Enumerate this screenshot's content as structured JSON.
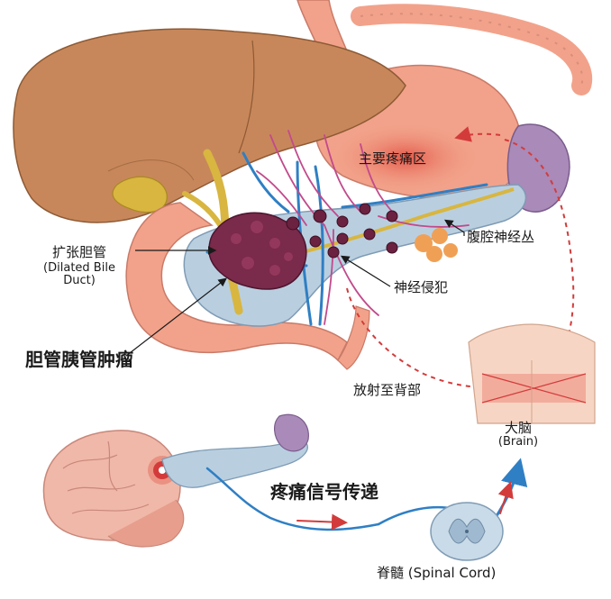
{
  "labels": {
    "main_pain_area": "主要疼痛区",
    "dilated_duct_cn": "扩张胆管",
    "dilated_duct_en": "(Dilated Bile\nDuct)",
    "celiac_plexus": "腹腔神经丛",
    "nerve_invasion": "神经侵犯",
    "tumor_title": "胆管胰管肿瘤",
    "radiate_back": "放射至背部",
    "brain_cn": "大脑",
    "brain_en": "(Brain)",
    "pain_signal": "疼痛信号传递",
    "spinal_cord": "脊髓 (Spinal Cord)"
  },
  "colors": {
    "liver": "#c8875a",
    "stomach": "#f2a28a",
    "pancreas": "#b9cfe0",
    "tumor": "#7a2a4a",
    "bile": "#d8b640",
    "nerve": "#c24a8c",
    "vessel": "#2f7fc4",
    "arrow_red": "#d33b3b"
  }
}
